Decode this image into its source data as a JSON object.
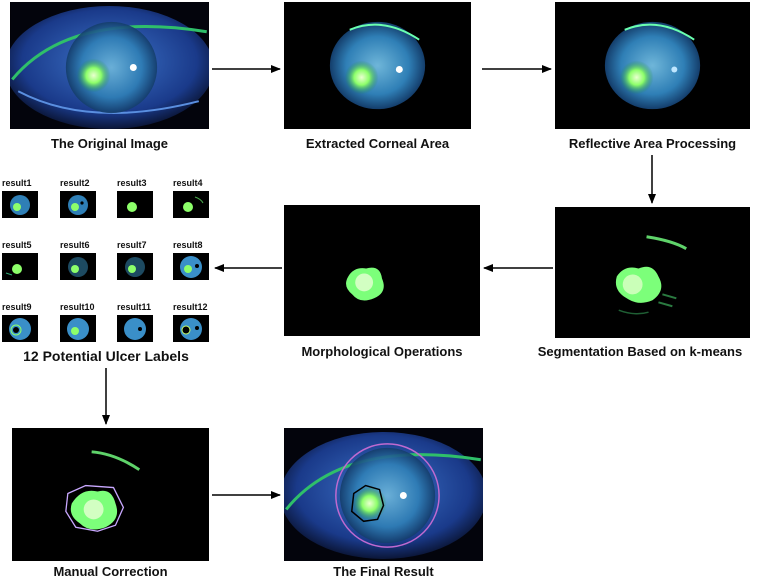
{
  "panels": {
    "original": {
      "caption": "The Original Image"
    },
    "extracted": {
      "caption": "Extracted Corneal Area"
    },
    "reflective": {
      "caption": "Reflective Area Processing"
    },
    "segmentation": {
      "caption": "Segmentation Based on k-means"
    },
    "morphological": {
      "caption": "Morphological Operations"
    },
    "ulcer_labels": {
      "caption": "12 Potential Ulcer Labels"
    },
    "manual": {
      "caption": "Manual Correction"
    },
    "final": {
      "caption": "The Final Result"
    }
  },
  "thumbnails": [
    "result1",
    "result2",
    "result3",
    "result4",
    "result5",
    "result6",
    "result7",
    "result8",
    "result9",
    "result10",
    "result11",
    "result12"
  ],
  "colors": {
    "arrow": "#000000",
    "fluorescein": "#7cff7a",
    "cornea": "#3a8fc8"
  }
}
